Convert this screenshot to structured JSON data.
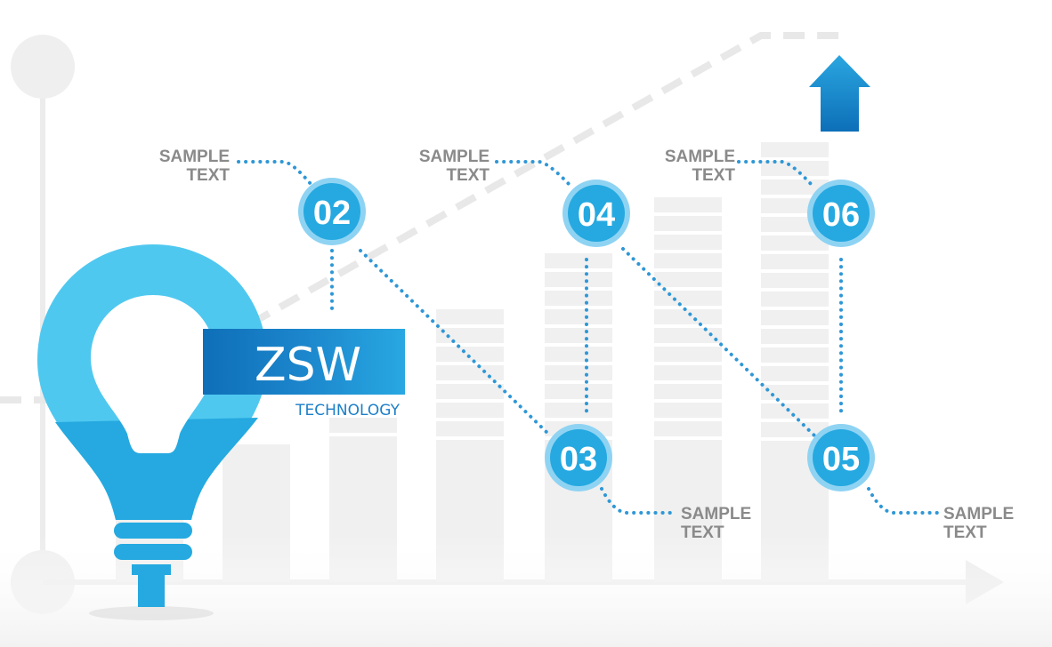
{
  "brand": {
    "name": "ZSW",
    "tagline": "TECHNOLOGY"
  },
  "steps": [
    {
      "number": "02",
      "label_line1": "SAMPLE",
      "label_line2": "TEXT"
    },
    {
      "number": "03",
      "label_line1": "SAMPLE",
      "label_line2": "TEXT"
    },
    {
      "number": "04",
      "label_line1": "SAMPLE",
      "label_line2": "TEXT"
    },
    {
      "number": "05",
      "label_line1": "SAMPLE",
      "label_line2": "TEXT"
    },
    {
      "number": "06",
      "label_line1": "SAMPLE",
      "label_line2": "TEXT"
    }
  ],
  "colors": {
    "accent": "#25a9e0",
    "accent_dark": "#0e6fb8",
    "bulb_light": "#4fc8f0",
    "bar": "#f0f0f0",
    "text_gray": "#8a8a8a"
  }
}
